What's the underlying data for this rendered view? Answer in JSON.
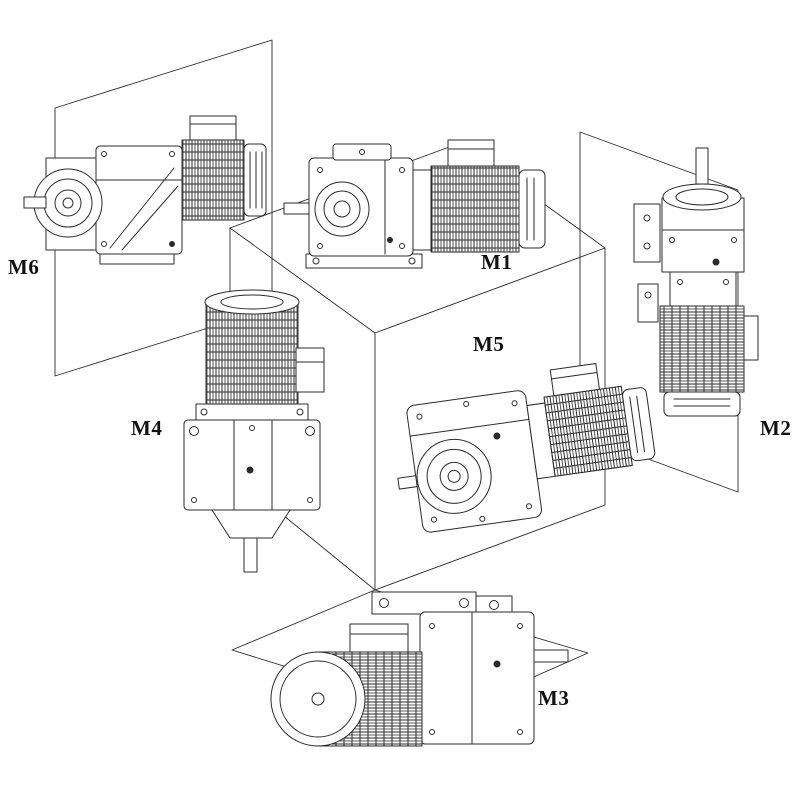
{
  "diagram": {
    "labels": {
      "m1": "M1",
      "m2": "M2",
      "m3": "M3",
      "m4": "M4",
      "m5": "M5",
      "m6": "M6"
    }
  },
  "colors": {
    "line": "#2b2b2b",
    "background": "#ffffff",
    "label_text": "#111111"
  }
}
